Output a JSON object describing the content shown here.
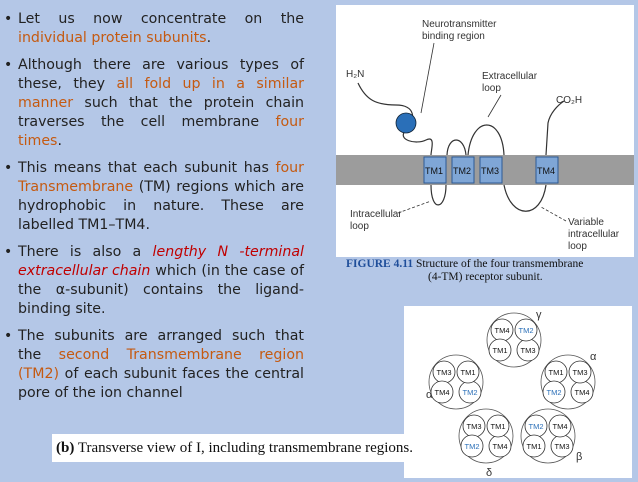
{
  "bullets": [
    {
      "parts": [
        {
          "t": "Let us now concentrate on the "
        },
        {
          "t": "individual protein subunits",
          "c": "orange"
        },
        {
          "t": "."
        }
      ]
    },
    {
      "parts": [
        {
          "t": "Although there are various types of these, they "
        },
        {
          "t": "all fold up in a similar manner",
          "c": "orange"
        },
        {
          "t": " such that the protein chain traverses the cell membrane "
        },
        {
          "t": "four times",
          "c": "orange"
        },
        {
          "t": "."
        }
      ]
    },
    {
      "parts": [
        {
          "t": "This means that each subunit has "
        },
        {
          "t": "four Transmembrane",
          "c": "orange"
        },
        {
          "t": " (TM) regions which are hydrophobic in nature. These are labelled TM1–TM4."
        }
      ]
    },
    {
      "parts": [
        {
          "t": "There is also a "
        },
        {
          "t": "lengthy N -terminal extracellular chain",
          "c": "red-it"
        },
        {
          "t": " which (in the case of the α-subunit) contains the ligand-binding site."
        }
      ]
    },
    {
      "parts": [
        {
          "t": "The subunits are arranged such that the "
        },
        {
          "t": "second Transmembrane region (TM2)",
          "c": "orange"
        },
        {
          "t": " of each subunit faces the central pore of the ion channel"
        }
      ]
    }
  ],
  "figure_top": {
    "neuro_label_1": "Neurotransmitter",
    "neuro_label_2": "binding region",
    "h2n": "H₂N",
    "extra_1": "Extracellular",
    "extra_2": "loop",
    "co2h": "CO₂H",
    "tm1": "TM1",
    "tm2": "TM2",
    "tm3": "TM3",
    "tm4": "TM4",
    "intra_1": "Intracellular",
    "intra_2": "loop",
    "var_1": "Variable",
    "var_2": "intracellular",
    "var_3": "loop"
  },
  "caption_top": {
    "fig_label": "FIGURE 4.11",
    "line1": "Structure of the four transmembrane",
    "line2": "(4-TM) receptor subunit."
  },
  "figure_bottom": {
    "gamma": "γ",
    "alpha_right": "α",
    "alpha_left": "α",
    "beta": "β",
    "delta": "δ",
    "top": {
      "a": "TM4",
      "b": "TM1",
      "c": "TM3",
      "d": "TM2"
    },
    "left": {
      "a": "TM3",
      "b": "TM4",
      "c": "TM2",
      "d": "TM1"
    },
    "right": {
      "a": "TM1",
      "b": "TM2",
      "c": "TM4",
      "d": "TM3"
    },
    "botleft": {
      "a": "TM3",
      "b": "TM2",
      "c": "TM4",
      "d": "TM1"
    },
    "botright": {
      "a": "TM2",
      "b": "TM1",
      "c": "TM3",
      "d": "TM4"
    }
  },
  "caption_bottom": {
    "label": "(b)",
    "text": " Transverse view of I, including transmembrane regions."
  }
}
